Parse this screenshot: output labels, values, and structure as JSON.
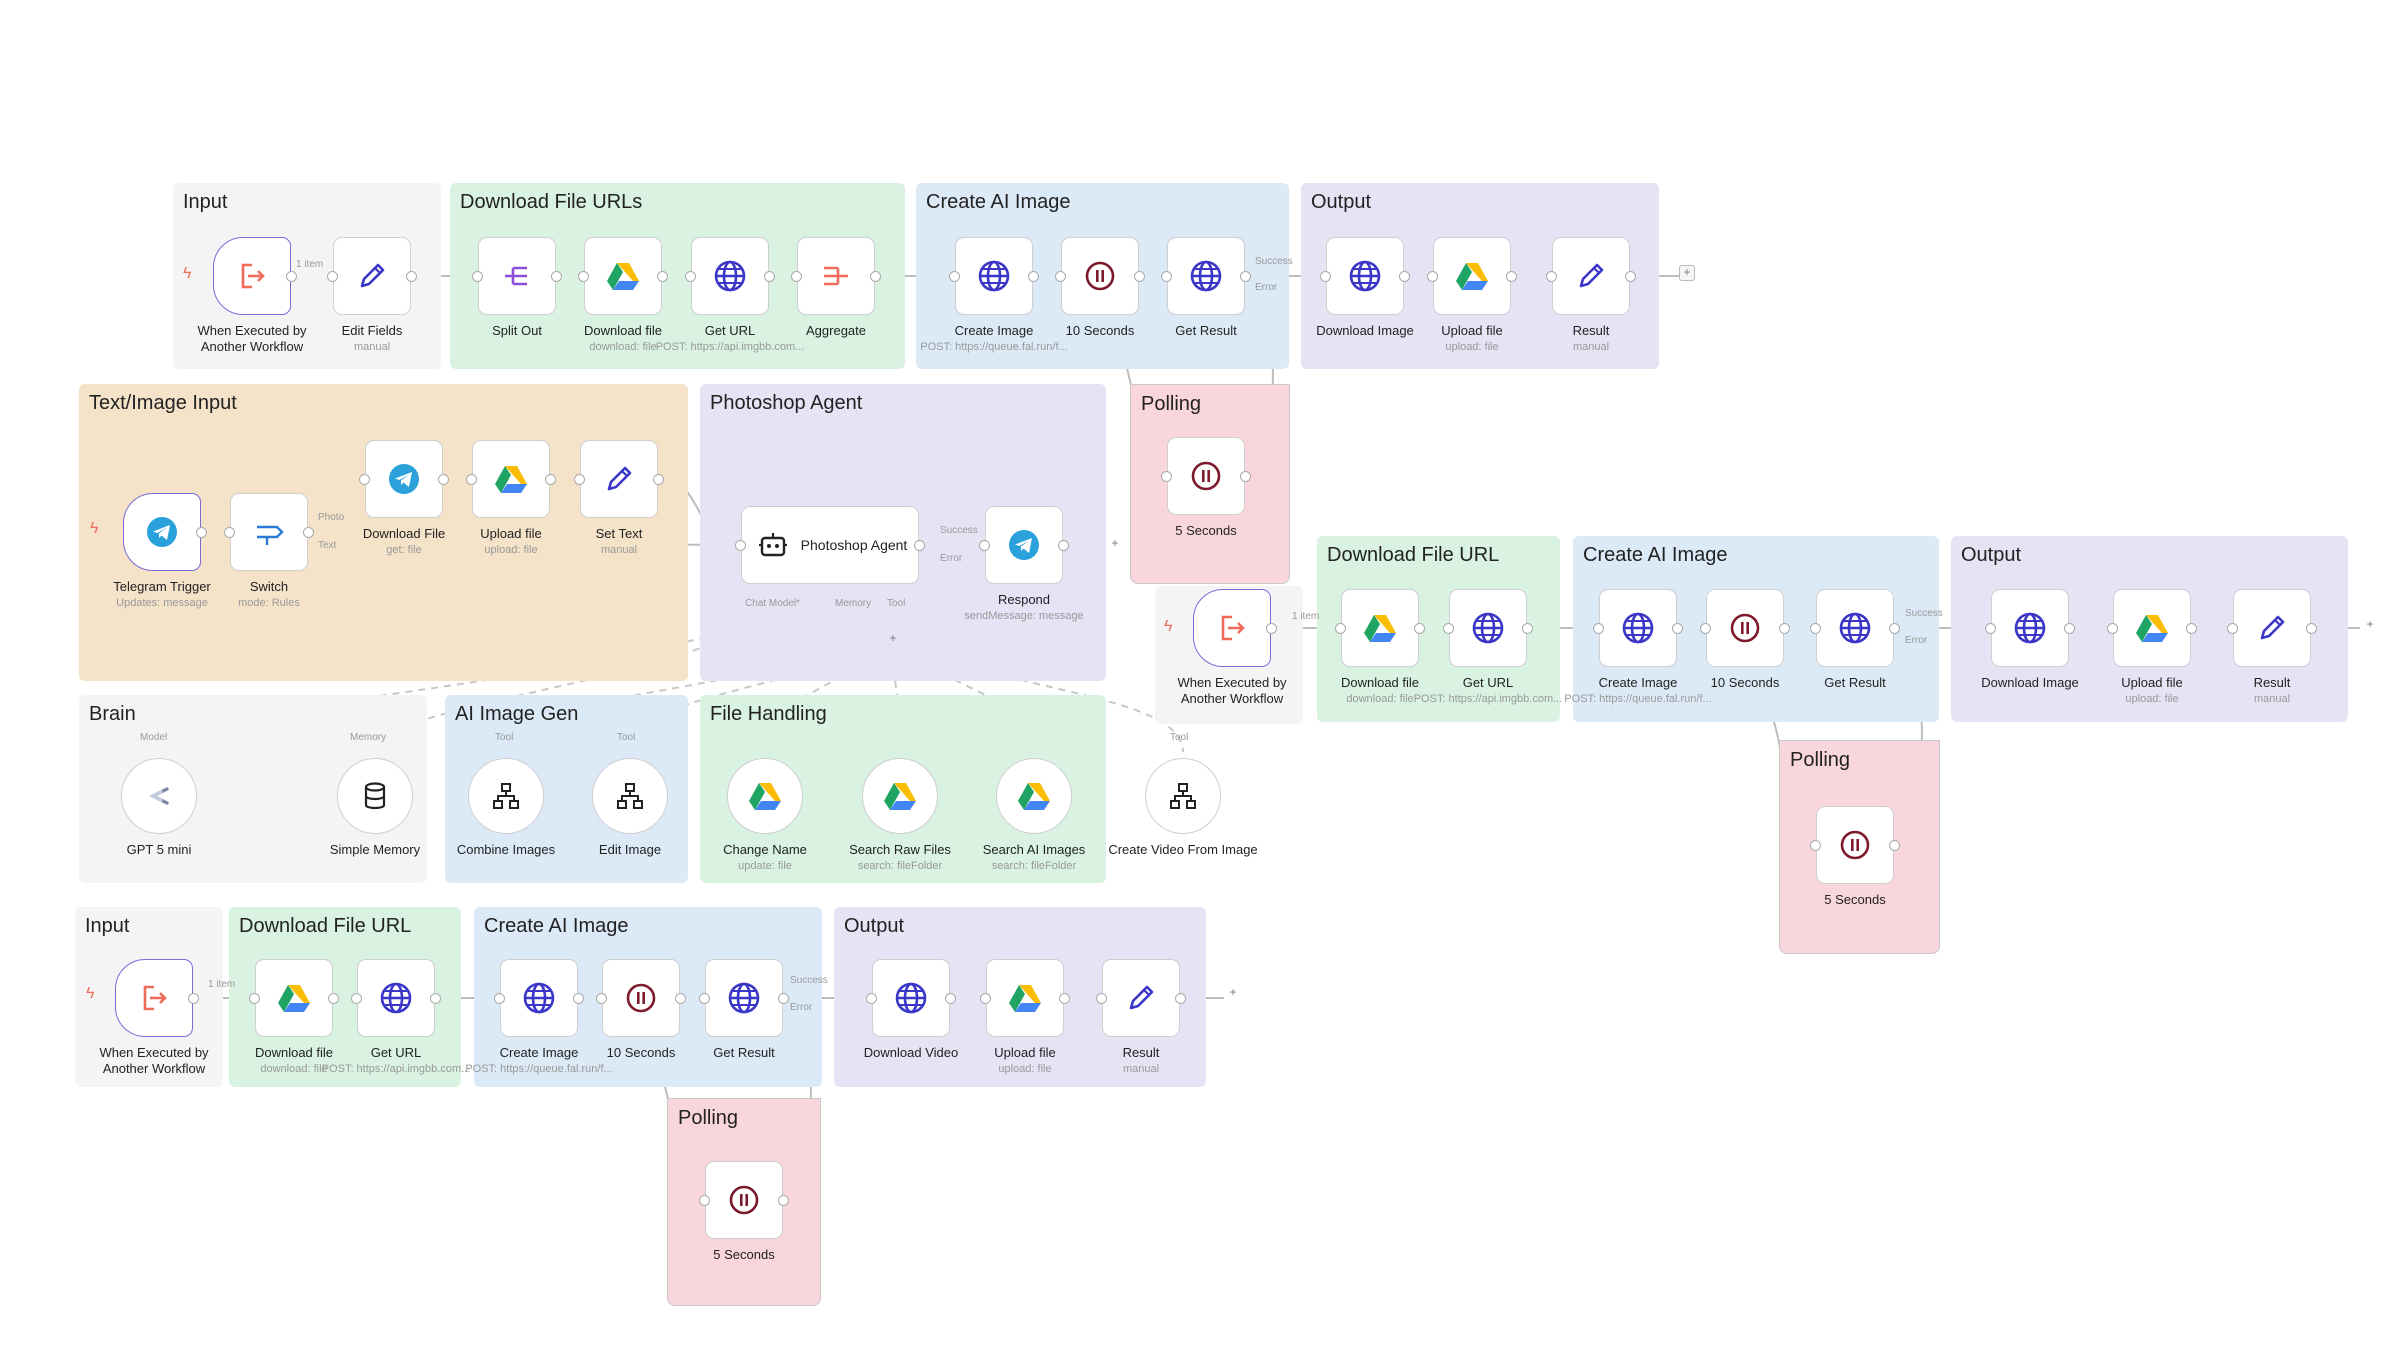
{
  "groups": {
    "g1": "Input",
    "g2": "Download File URLs",
    "g3": "Create AI Image",
    "g4": "Output",
    "g5": "Text/Image Input",
    "g6": "Photoshop Agent",
    "g7": "Polling",
    "g8": "Brain",
    "g9": "AI Image Gen",
    "g10": "File Handling",
    "g11": "Download File URL",
    "g12": "Create AI Image",
    "g13": "Output",
    "g14": "Polling",
    "g15": "Input",
    "g16": "Download File URL",
    "g17": "Create AI Image",
    "g18": "Output",
    "g19": "Polling"
  },
  "nodes": {
    "n1": {
      "label": "When Executed by Another Workflow",
      "icon": "exit-trigger-icon"
    },
    "n2": {
      "label": "Edit Fields",
      "sub": "manual",
      "icon": "pencil-icon"
    },
    "n3": {
      "label": "Split Out",
      "icon": "split-out-icon"
    },
    "n4": {
      "label": "Download file",
      "sub": "download: file",
      "icon": "google-drive-icon"
    },
    "n5": {
      "label": "Get URL",
      "sub": "POST: https://api.imgbb.com...",
      "icon": "globe-icon"
    },
    "n6": {
      "label": "Aggregate",
      "icon": "aggregate-icon"
    },
    "n7": {
      "label": "Create Image",
      "sub": "POST: https://queue.fal.run/f...",
      "icon": "globe-icon"
    },
    "n8": {
      "label": "10 Seconds",
      "icon": "pause-icon"
    },
    "n9": {
      "label": "Get Result",
      "icon": "globe-icon"
    },
    "n10": {
      "label": "Download Image",
      "icon": "globe-icon"
    },
    "n11": {
      "label": "Upload file",
      "sub": "upload: file",
      "icon": "google-drive-icon"
    },
    "n12": {
      "label": "Result",
      "sub": "manual",
      "icon": "pencil-icon"
    },
    "n13": {
      "label": "Telegram Trigger",
      "sub": "Updates: message",
      "icon": "telegram-icon"
    },
    "n14": {
      "label": "Switch",
      "sub": "mode: Rules",
      "icon": "switch-icon"
    },
    "n15": {
      "label": "Download File",
      "sub": "get: file",
      "icon": "telegram-icon"
    },
    "n16": {
      "label": "Upload file",
      "sub": "upload: file",
      "icon": "google-drive-icon"
    },
    "n17": {
      "label": "Set Text",
      "sub": "manual",
      "icon": "pencil-icon"
    },
    "n18": {
      "label": "Photoshop Agent",
      "icon": "robot-icon"
    },
    "n19": {
      "label": "Respond",
      "sub": "sendMessage: message",
      "icon": "telegram-icon"
    },
    "n20": {
      "label": "5 Seconds",
      "icon": "pause-icon"
    },
    "n21": {
      "label": "GPT 5 mini",
      "icon": "openai-icon"
    },
    "n22": {
      "label": "Simple Memory",
      "icon": "database-icon"
    },
    "n23": {
      "label": "Combine Images",
      "icon": "workflow-tool-icon"
    },
    "n24": {
      "label": "Edit Image",
      "icon": "workflow-tool-icon"
    },
    "n25": {
      "label": "Change Name",
      "sub": "update: file",
      "icon": "google-drive-icon"
    },
    "n26": {
      "label": "Search Raw Files",
      "sub": "search: fileFolder",
      "icon": "google-drive-icon"
    },
    "n27": {
      "label": "Search AI Images",
      "sub": "search: fileFolder",
      "icon": "google-drive-icon"
    },
    "n28": {
      "label": "Create Video From Image",
      "icon": "workflow-tool-icon"
    },
    "n29": {
      "label": "When Executed by Another Workflow",
      "icon": "exit-trigger-icon"
    },
    "n30": {
      "label": "Download file",
      "sub": "download: file",
      "icon": "google-drive-icon"
    },
    "n31": {
      "label": "Get URL",
      "sub": "POST: https://api.imgbb.com...",
      "icon": "globe-icon"
    },
    "n32": {
      "label": "Create Image",
      "sub": "POST: https://queue.fal.run/f...",
      "icon": "globe-icon"
    },
    "n33": {
      "label": "10 Seconds",
      "icon": "pause-icon"
    },
    "n34": {
      "label": "Get Result",
      "icon": "globe-icon"
    },
    "n35": {
      "label": "Download Image",
      "icon": "globe-icon"
    },
    "n36": {
      "label": "Upload file",
      "sub": "upload: file",
      "icon": "google-drive-icon"
    },
    "n37": {
      "label": "Result",
      "sub": "manual",
      "icon": "pencil-icon"
    },
    "n38": {
      "label": "5 Seconds",
      "icon": "pause-icon"
    },
    "n39": {
      "label": "When Executed by Another Workflow",
      "icon": "exit-trigger-icon"
    },
    "n40": {
      "label": "Download file",
      "sub": "download: file",
      "icon": "google-drive-icon"
    },
    "n41": {
      "label": "Get URL",
      "sub": "POST: https://api.imgbb.com...",
      "icon": "globe-icon"
    },
    "n42": {
      "label": "Create Image",
      "sub": "POST: https://queue.fal.run/f...",
      "icon": "globe-icon"
    },
    "n43": {
      "label": "10 Seconds",
      "icon": "pause-icon"
    },
    "n44": {
      "label": "Get Result",
      "icon": "globe-icon"
    },
    "n45": {
      "label": "Download Video",
      "icon": "globe-icon"
    },
    "n46": {
      "label": "Upload file",
      "sub": "upload: file",
      "icon": "google-drive-icon"
    },
    "n47": {
      "label": "Result",
      "sub": "manual",
      "icon": "pencil-icon"
    },
    "n48": {
      "label": "5 Seconds",
      "icon": "pause-icon"
    }
  },
  "edge_labels": {
    "item1": "1 item",
    "item2": "1 item",
    "item3": "1 item",
    "success": "Success",
    "error": "Error",
    "photo": "Photo",
    "text": "Text",
    "chat_model": "Chat Model*",
    "memory": "Memory",
    "tool": "Tool",
    "model": "Model",
    "memory2": "Memory",
    "tool2": "Tool"
  },
  "colors": {
    "input_bg": "#f4f4f4",
    "green_bg": "#d9f2e2",
    "blue_bg": "#dceaf7",
    "purple_bg": "#e6e3f5",
    "orange_bg": "#f5e3c9",
    "pink_bg": "#f9d6dc",
    "trigger_accent": "#ef6b5a",
    "globe": "#3a36c8",
    "pause": "#7d1a2c",
    "pencil": "#3a36c8",
    "telegram": "#2aa1da"
  }
}
